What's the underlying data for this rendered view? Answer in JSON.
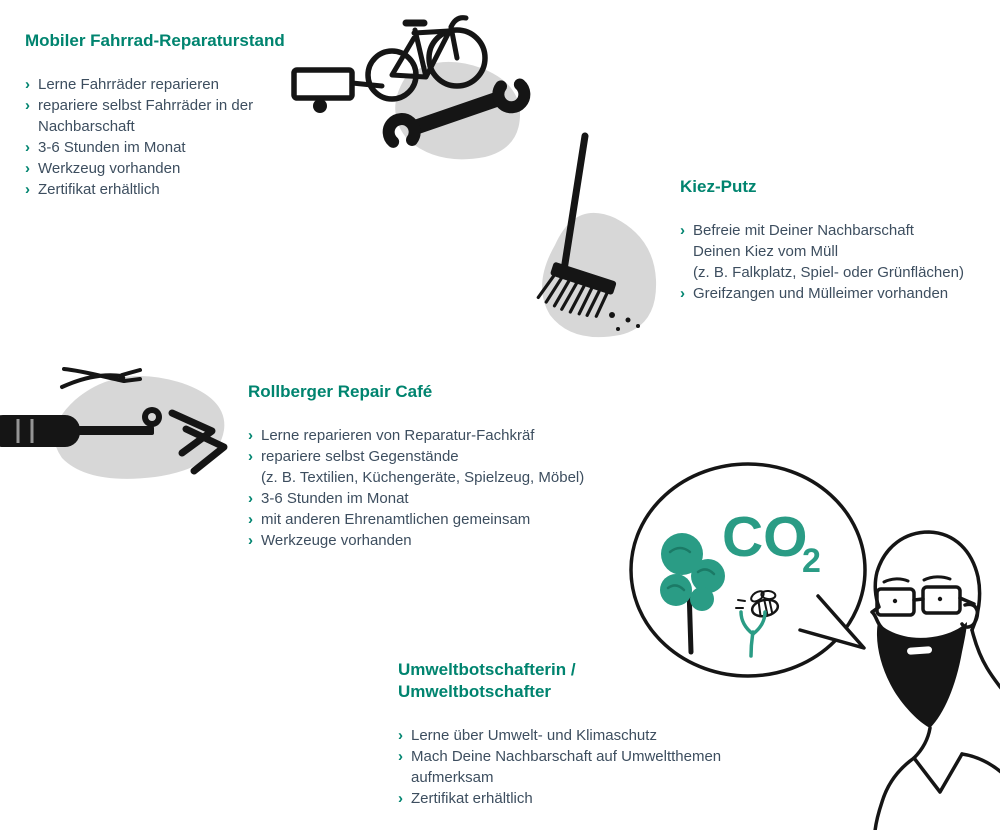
{
  "colors": {
    "teal": "#00846F",
    "teal-ill": "#2A9C85",
    "body-text": "#3D4E5F",
    "blob": "#D7D7D7",
    "ink": "#151515"
  },
  "icons": {
    "bullet_arrow": "›"
  },
  "illustration": {
    "co2_main": "CO",
    "co2_sub": "2"
  },
  "sections": {
    "fahrrad": {
      "title": "Mobiler Fahrrad-Reparaturstand",
      "bullets": [
        "Lerne Fahrräder reparieren",
        "repariere selbst Fahrräder in der\nNachbarschaft",
        "3-6 Stunden im Monat",
        "Werkzeug vorhanden",
        "Zertifikat erhältlich"
      ]
    },
    "kiez": {
      "title": "Kiez-Putz",
      "bullets": [
        "Befreie mit Deiner Nachbarschaft\nDeinen Kiez vom Müll\n(z. B. Falkplatz, Spiel- oder Grünflächen)",
        "Greifzangen und Mülleimer vorhanden"
      ]
    },
    "repair": {
      "title": "Rollberger Repair Café",
      "bullets": [
        "Lerne reparieren von Reparatur-Fachkräf",
        "repariere selbst Gegenstände\n(z. B. Textilien, Küchengeräte, Spielzeug, Möbel)",
        "3-6 Stunden im Monat",
        "mit anderen Ehrenamtlichen gemeinsam",
        "Werkzeuge vorhanden"
      ]
    },
    "umwelt": {
      "title": "Umweltbotschafterin /\nUmweltbotschafter",
      "bullets": [
        "Lerne über Umwelt- und Klimaschutz",
        "Mach Deine Nachbarschaft auf Umweltthemen\naufmerksam",
        "Zertifikat erhältlich"
      ]
    }
  }
}
